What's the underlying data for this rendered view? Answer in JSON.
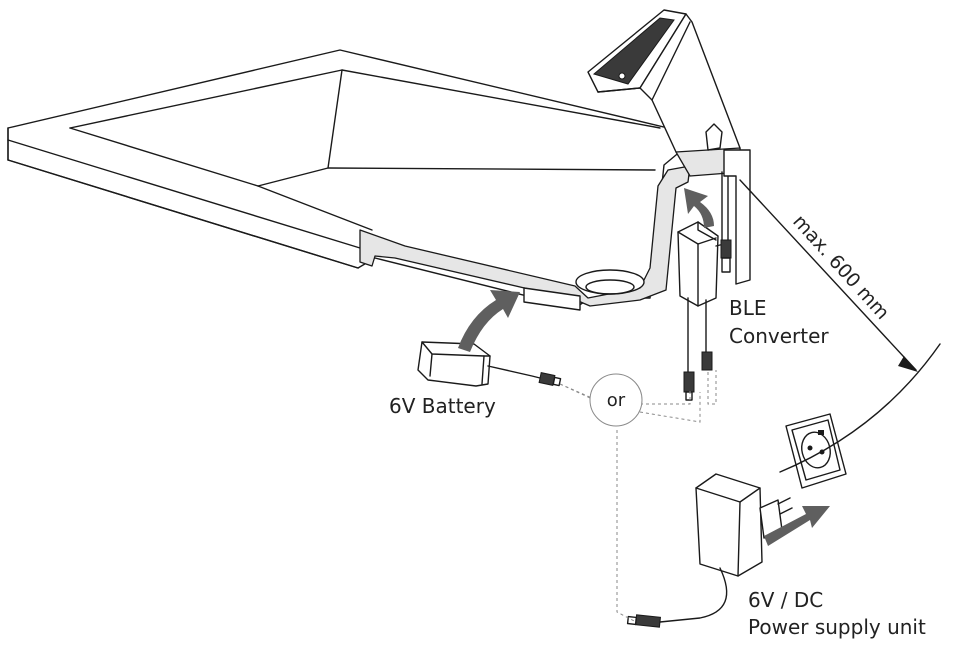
{
  "labels": {
    "ble_line1": "BLE",
    "ble_line2": "Converter",
    "battery": "6V Battery",
    "or": "or",
    "psu_line1": "6V / DC",
    "psu_line2": "Power supply unit",
    "max_distance": "max. 600 mm"
  },
  "colors": {
    "line": "#1a1a1a",
    "section_fill": "#e6e6e6",
    "arrow_fill": "#5f5f5f",
    "dash": "#8a8a8a"
  }
}
